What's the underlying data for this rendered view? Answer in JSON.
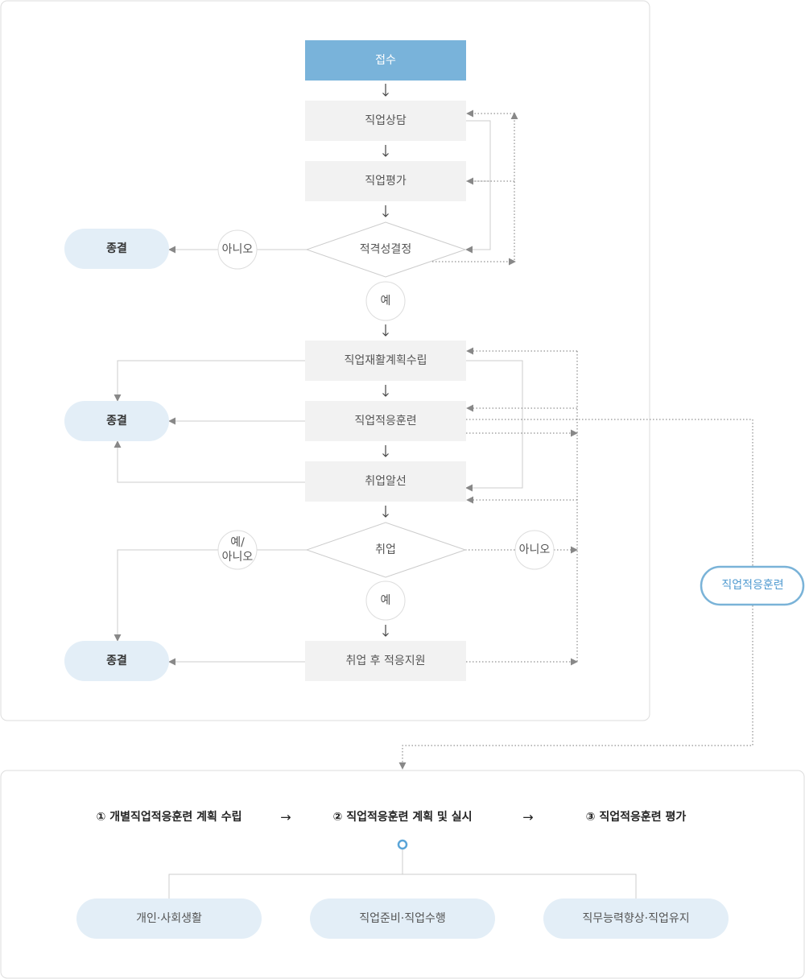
{
  "flow": {
    "reception": "접수",
    "counseling": "직업상담",
    "evaluation": "직업평가",
    "eligibility": "적격성결정",
    "no_label": "아니오",
    "yes_label": "예",
    "end_label": "종결",
    "plan": "직업재활계획수립",
    "training": "직업적응훈련",
    "placement": "취업알선",
    "employment": "취업",
    "yes_no_line1": "예/",
    "yes_no_line2": "아니오",
    "post_support": "취업 후 적응지원",
    "training_tag": "직업적응훈련"
  },
  "bottom": {
    "steps": [
      "① 개별직업적응훈련 계획 수립",
      "② 직업적응훈련 계획 및 실시",
      "③ 직업적응훈련 평가"
    ],
    "arrow": "→",
    "areas": [
      "개인·사회생활",
      "직업준비·직업수행",
      "직무능력향상·직업유지"
    ]
  },
  "colors": {
    "reception_fill": "#79b3da",
    "step_fill": "#f2f2f2",
    "end_fill": "#e3eef7",
    "tag_border": "#7ab3d8",
    "line": "#cccccc",
    "dotted": "#777777",
    "arrow": "#888888"
  }
}
